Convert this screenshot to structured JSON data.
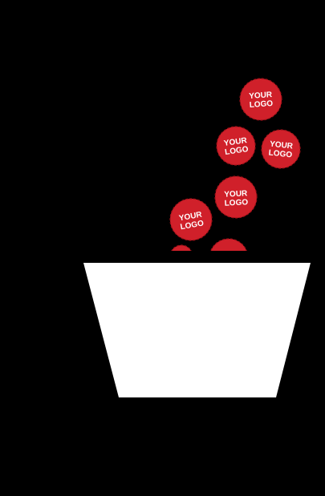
{
  "colors": {
    "background": "#000000",
    "chip": "#d0202a",
    "chip_edge": "#9e1018",
    "chip_text": "#ffffff",
    "bowl": "#ffffff"
  },
  "chips": [
    {
      "line1": "YOUR",
      "line2": "LOGO"
    },
    {
      "line1": "YOUR",
      "line2": "LOGO"
    },
    {
      "line1": "YOUR",
      "line2": "LOGO"
    },
    {
      "line1": "YOUR",
      "line2": "LOGO"
    },
    {
      "line1": "YOUR",
      "line2": "LOGO"
    },
    {
      "line1": "",
      "line2": ""
    },
    {
      "line1": "",
      "line2": ""
    }
  ]
}
